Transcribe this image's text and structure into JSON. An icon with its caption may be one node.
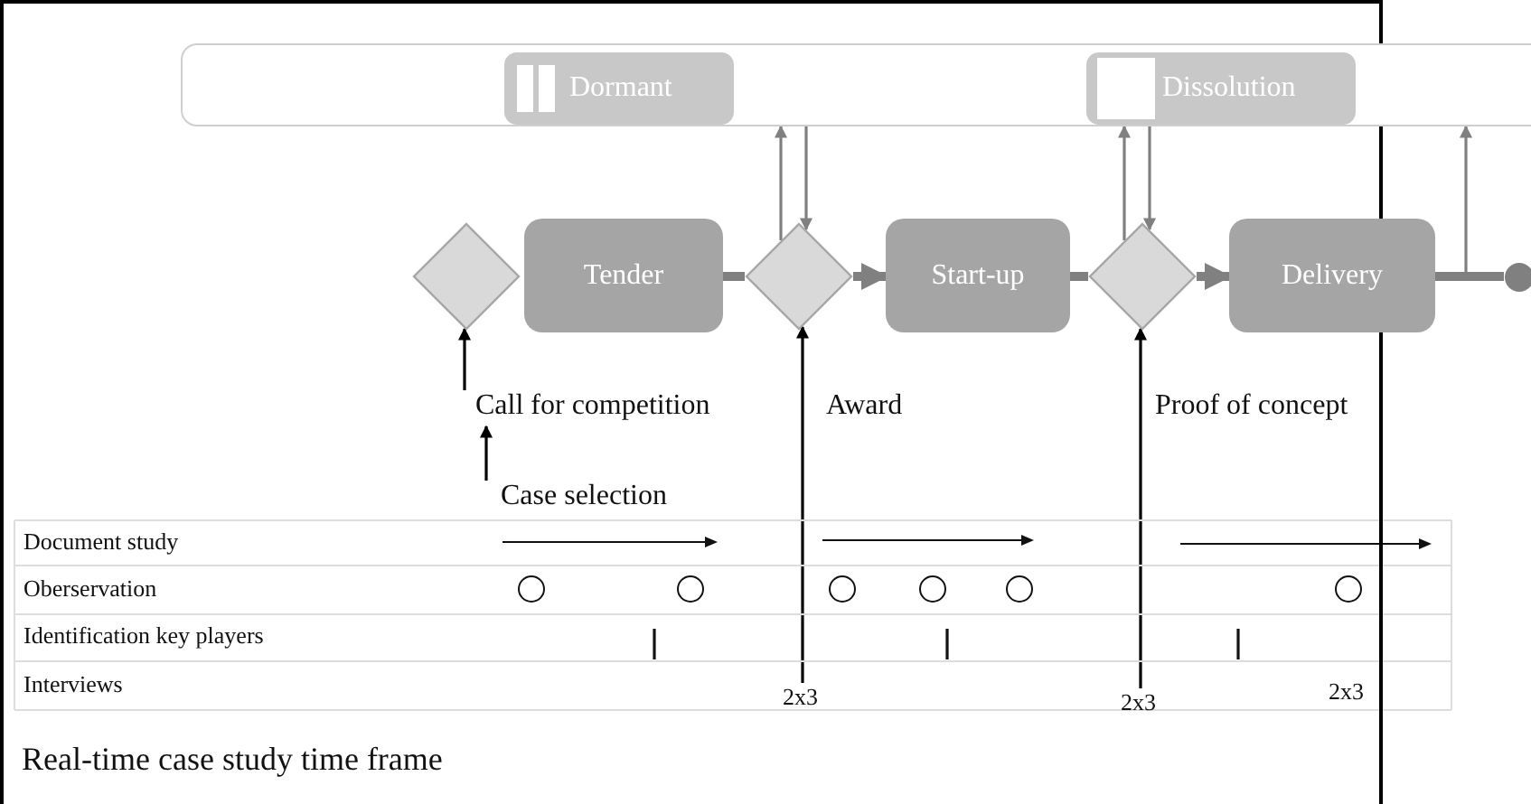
{
  "diagram": {
    "nodes": [
      {
        "text": [],
        "shape": "box"
      },
      {
        "text": [
          "Dormant"
        ],
        "in": 0
      },
      {
        "text": [
          "Dissolution"
        ],
        "in": 0
      },
      {
        "text": [],
        "shape": "diamond"
      },
      {
        "text": [
          "Tender"
        ]
      },
      {
        "text": [],
        "shape": "diamond"
      },
      {
        "text": [
          "Start-up"
        ]
      },
      {
        "text": [],
        "shape": "diamond"
      },
      {
        "text": [
          "Delivery"
        ]
      },
      {
        "text": [],
        "shape": "circle"
      },
      {
        "text": [
          "Call for competition"
        ]
      },
      {
        "text": [
          "Case selection"
        ]
      },
      {
        "text": [
          "2x3"
        ]
      },
      {
        "text": [
          "2x3"
        ]
      }
    ],
    "edges": [
      {
        "from": 11,
        "to": 10,
        "arrow": "to",
        "color": "#000000"
      },
      {
        "from": 10,
        "to": 3,
        "arrow": "to",
        "color": "#000000"
      },
      {
        "from": 12,
        "to": 5,
        "arrow": "to",
        "label": "Award",
        "color": "#000000"
      },
      {
        "from": 13,
        "to": 7,
        "arrow": "to",
        "label": "Proof of concept",
        "color": "#000000"
      },
      {
        "from": 4,
        "to": 5,
        "arrow": "none",
        "style": "thick"
      },
      {
        "from": 5,
        "to": 6,
        "arrow": "to",
        "style": "thick"
      },
      {
        "from": 6,
        "to": 7,
        "arrow": "none",
        "style": "thick"
      },
      {
        "from": 7,
        "to": 8,
        "arrow": "to",
        "style": "thick"
      },
      {
        "from": 8,
        "to": 9,
        "arrow": "none",
        "style": "thick"
      },
      {
        "from": 5,
        "to": 0,
        "arrow": "to"
      },
      {
        "from": 0,
        "to": 5,
        "arrow": "to"
      },
      {
        "from": 7,
        "to": 0,
        "arrow": "to"
      },
      {
        "from": 0,
        "to": 7,
        "arrow": "to"
      },
      {
        "from": null,
        "to": 0,
        "arrow": "to"
      }
    ],
    "labels": [
      "Document study",
      "Oberservation",
      "Identification key players",
      "Interviews",
      "2x3",
      "Real-time case study time frame"
    ]
  }
}
